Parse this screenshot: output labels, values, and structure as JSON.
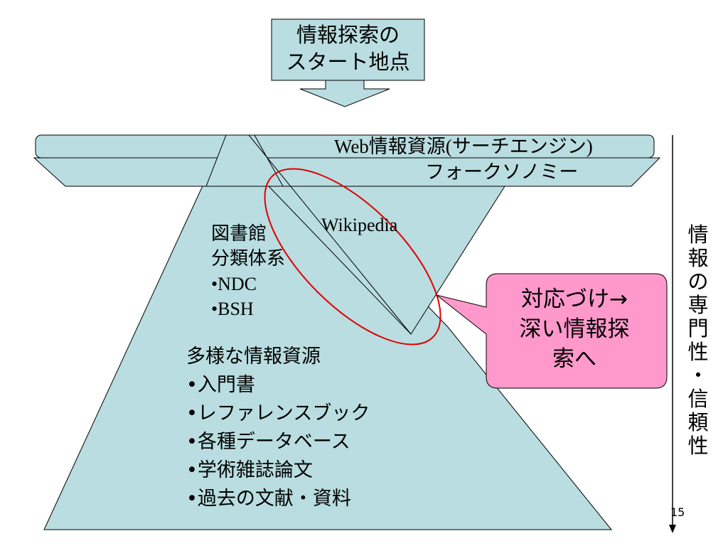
{
  "start_box": {
    "line1": "情報探索の",
    "line2": "スタート地点"
  },
  "layers": {
    "web": "Web情報資源(サーチエンジン)",
    "folksonomy": "フォークソノミー",
    "wikipedia": "Wikipedia"
  },
  "library": {
    "line1": "図書館",
    "line2": "分類体系",
    "items": [
      "•NDC",
      "•BSH"
    ]
  },
  "resources": {
    "title": "多様な情報資源",
    "items": [
      "•入門書",
      "•レファレンスブック",
      "•各種データベース",
      "•学術雑誌論文",
      "•過去の文献・資料"
    ]
  },
  "callout": {
    "line1": "対応づけ→",
    "line2": "深い情報探",
    "line3": "索へ"
  },
  "vertical_axis": {
    "chars": [
      "情",
      "報",
      "の",
      "専",
      "門",
      "性",
      "・",
      "信",
      "頼",
      "性"
    ]
  },
  "page_number": "15",
  "colors": {
    "fill": "#b9dde0",
    "callout_fill": "#ff99cc",
    "highlight_ellipse": "#e00000"
  }
}
